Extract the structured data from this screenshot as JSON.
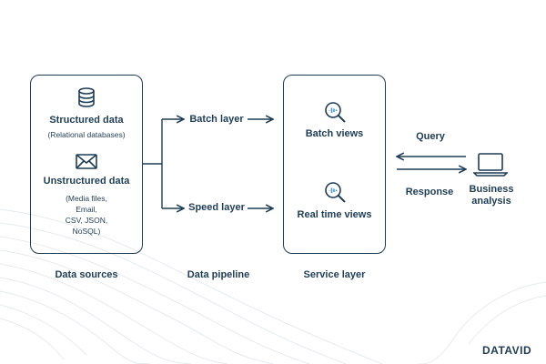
{
  "sources": {
    "structured_title": "Structured data",
    "structured_sub": "(Relational databases)",
    "unstructured_title": "Unstructured  data",
    "unstructured_items": [
      "(Media files,",
      "Email,",
      "CSV, JSON,",
      "NoSQL)"
    ],
    "label": "Data sources"
  },
  "pipeline": {
    "batch": "Batch layer",
    "speed": "Speed layer",
    "label": "Data pipeline"
  },
  "service": {
    "batch_views": "Batch views",
    "realtime_views": "Real time views",
    "label": "Service layer"
  },
  "client": {
    "query": "Query",
    "response": "Response",
    "business": [
      "Business",
      "analysis"
    ]
  },
  "brand": {
    "logo": "DATAVID"
  },
  "colors": {
    "ink": "#1f3d55",
    "accent": "#4a9bd6",
    "wave": "#e7ebee"
  },
  "icons": [
    "database-icon",
    "envelope-icon",
    "magnifier-icon",
    "laptop-icon"
  ]
}
